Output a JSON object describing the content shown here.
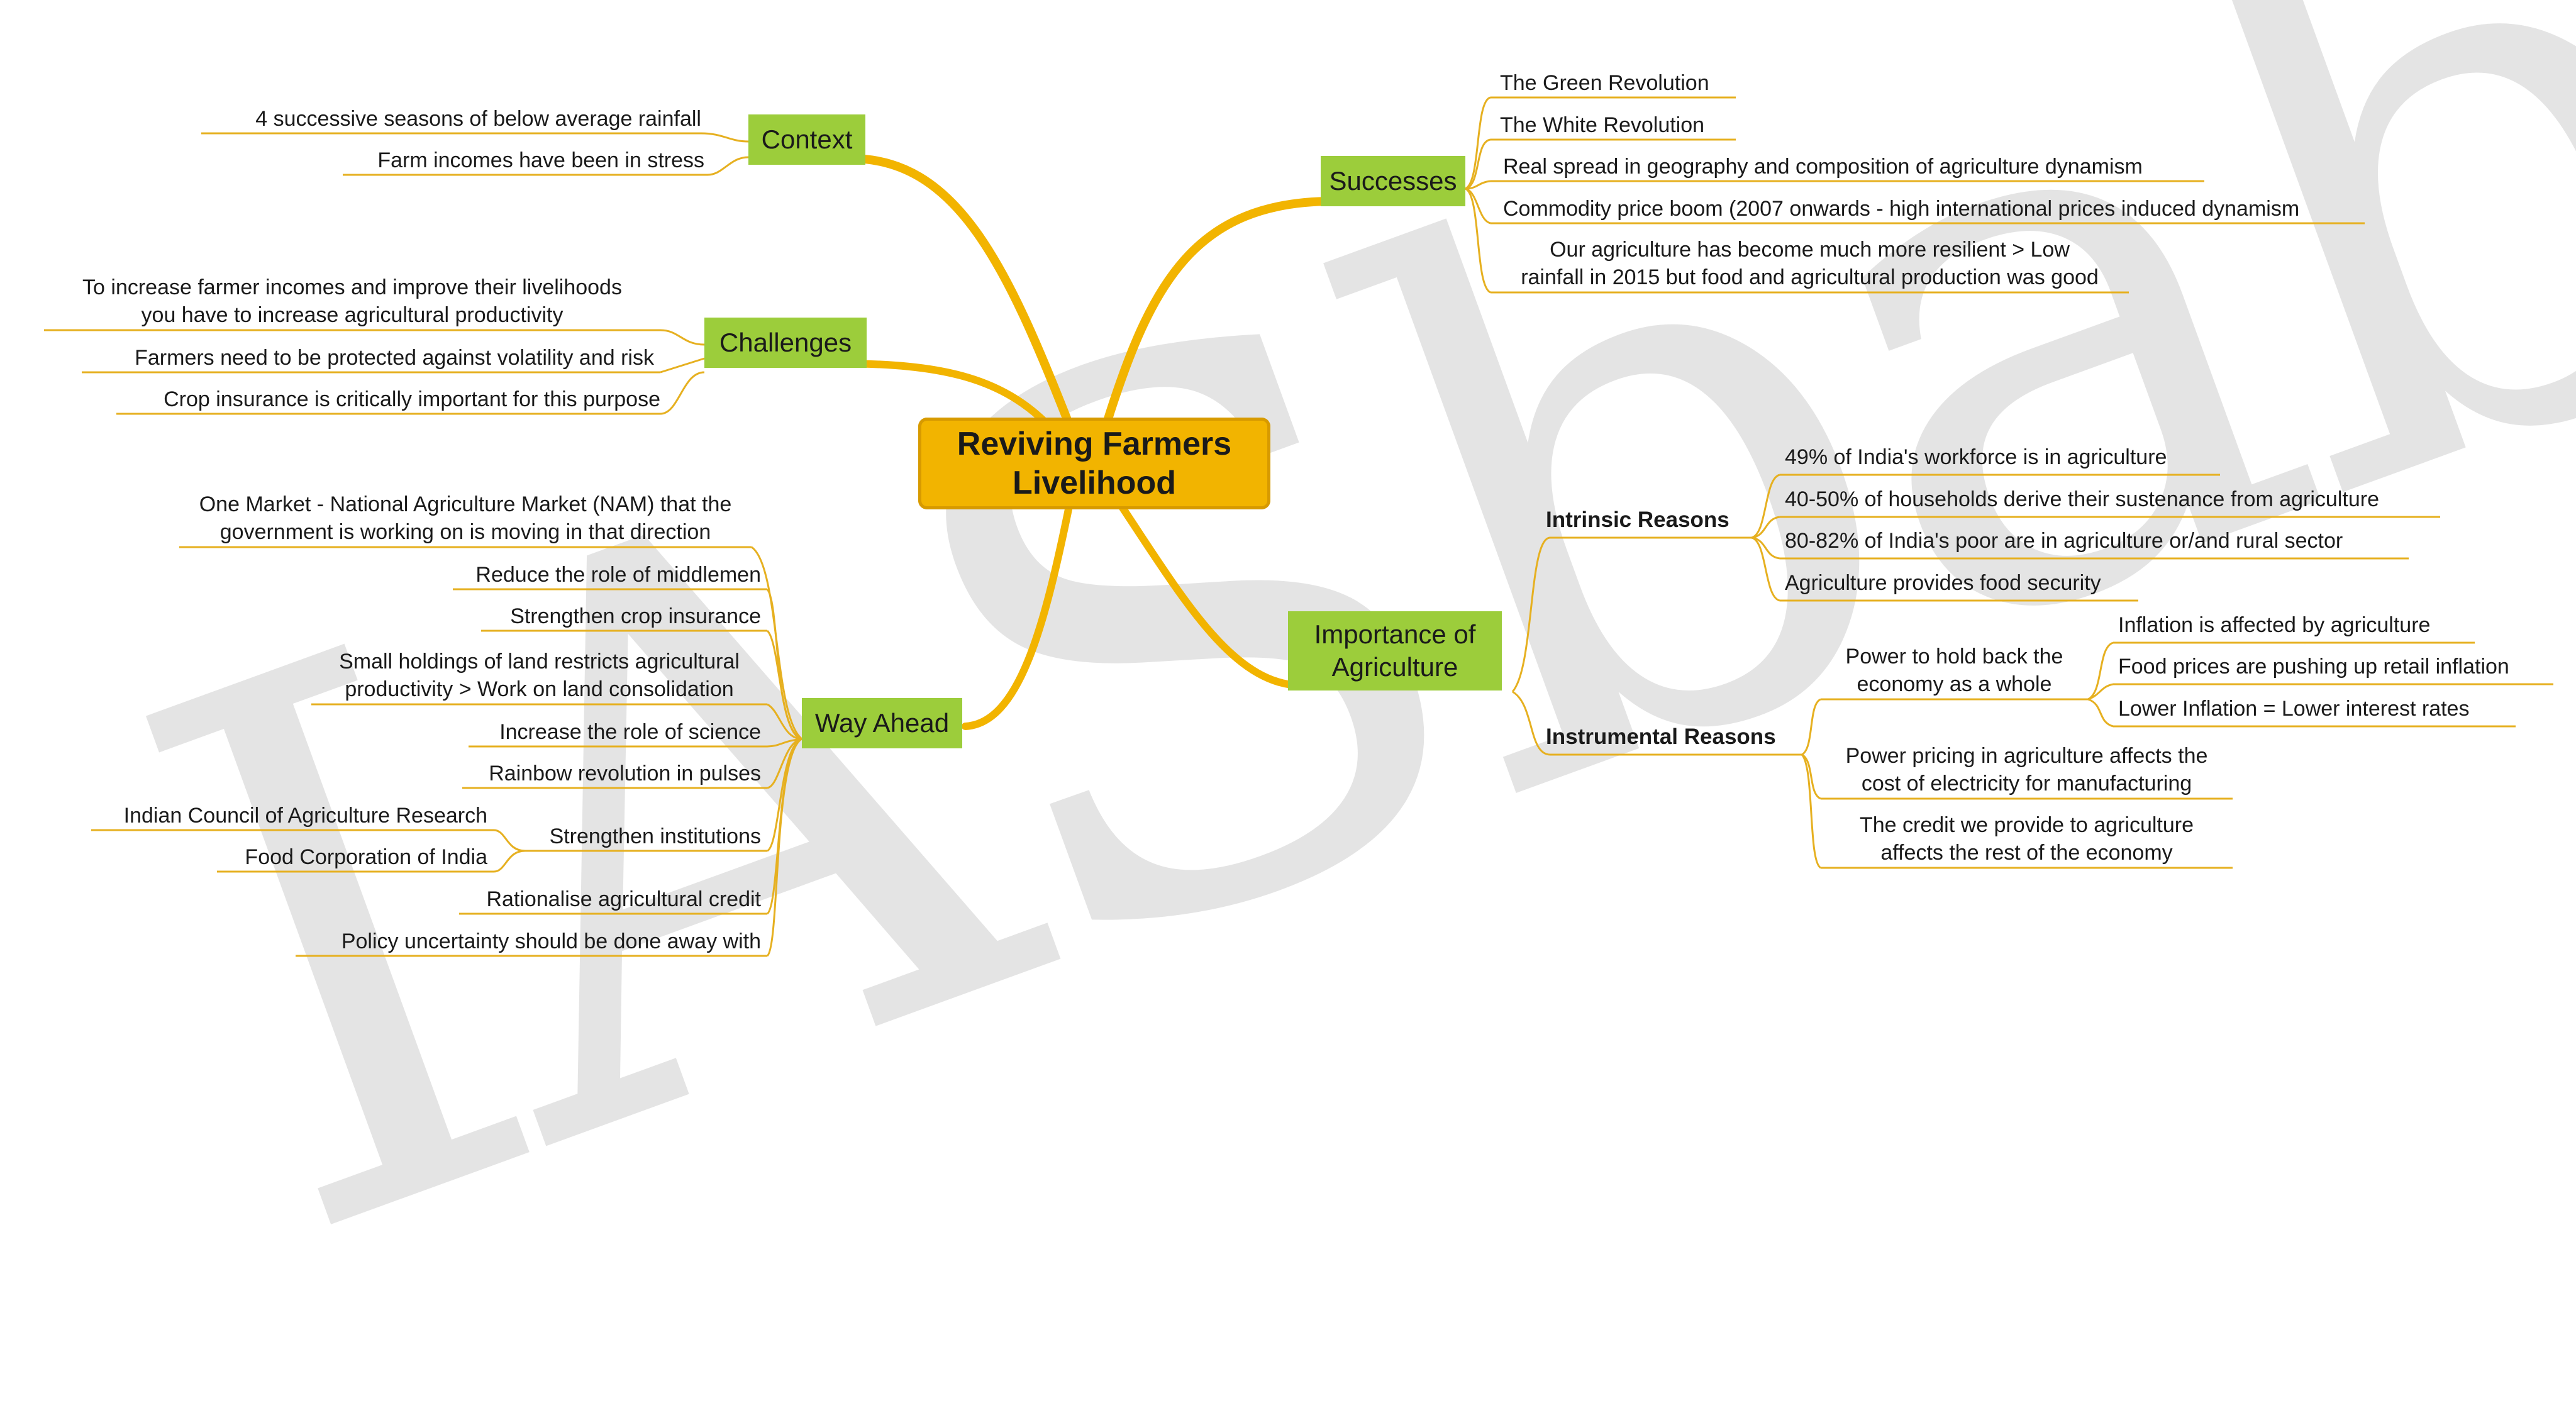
{
  "watermark": "IASbaba",
  "central": "Reviving Farmers\nLivelihood",
  "context": {
    "label": "Context",
    "items": [
      "4 successive seasons of below average rainfall",
      "Farm incomes have been in stress"
    ]
  },
  "challenges": {
    "label": "Challenges",
    "items": [
      "To increase farmer incomes and improve their livelihoods\nyou have to increase agricultural productivity",
      "Farmers need to be protected against volatility and risk",
      "Crop insurance is critically important for this purpose"
    ]
  },
  "way_ahead": {
    "label": "Way Ahead",
    "items": [
      "One Market - National Agriculture Market (NAM) that the\ngovernment is working on is moving in that direction",
      "Reduce the role of middlemen",
      "Strengthen crop insurance",
      "Small holdings of land restricts agricultural\nproductivity > Work on land consolidation",
      "Increase the role of science",
      "Rainbow revolution in pulses",
      "Strengthen institutions",
      "Rationalise agricultural credit",
      "Policy uncertainty should be done away with"
    ],
    "institutions": [
      "Indian Council of Agriculture Research",
      "Food Corporation of India"
    ]
  },
  "successes": {
    "label": "Successes",
    "items": [
      "The Green Revolution",
      "The White Revolution",
      "Real spread in geography and composition of agriculture dynamism",
      "Commodity price boom (2007 onwards - high international prices induced dynamism",
      "Our agriculture has become much more resilient > Low\nrainfall in 2015 but food and agricultural production was good"
    ]
  },
  "importance": {
    "label": "Importance of\nAgriculture",
    "intrinsic": {
      "label": "Intrinsic Reasons",
      "items": [
        "49% of India's workforce is in agriculture",
        "40-50% of households derive their sustenance from agriculture",
        "80-82% of India's poor are in agriculture or/and rural sector",
        "Agriculture provides food security"
      ]
    },
    "instrumental": {
      "label": "Instrumental Reasons",
      "power": "Power to hold back the\neconomy as a whole",
      "power_items": [
        "Inflation is affected by agriculture",
        "Food prices are pushing up retail inflation",
        "Lower Inflation = Lower interest rates"
      ],
      "pricing": "Power pricing in agriculture affects the\ncost of electricity for manufacturing",
      "credit": "The credit we provide to agriculture\naffects the rest of the economy"
    }
  },
  "colors": {
    "branch": "#f2b400",
    "line": "#e6b020",
    "topic": "#9ccd3b",
    "central": "#f2b400"
  }
}
